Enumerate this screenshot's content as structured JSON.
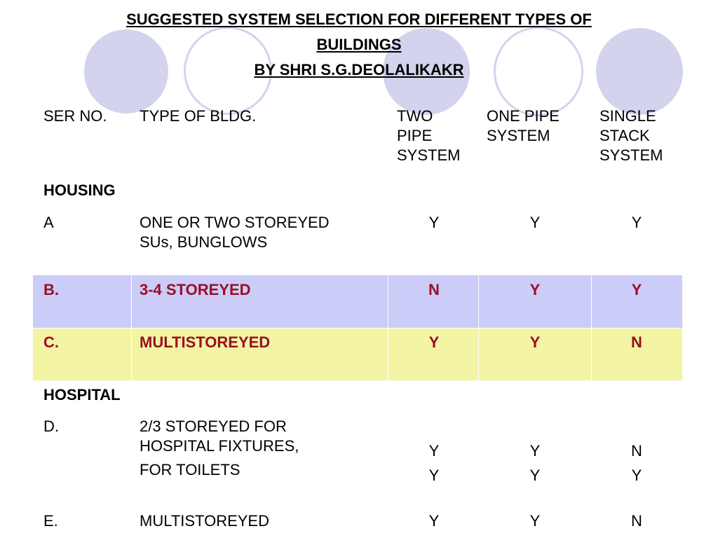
{
  "title": {
    "line1": "SUGGESTED SYSTEM SELECTION FOR DIFFERENT TYPES OF",
    "line2": "BUILDINGS",
    "line3": "BY SHRI S.G.DEOLALIKAKR"
  },
  "headers": {
    "ser_no": "SER NO.",
    "type": "TYPE OF BLDG.",
    "two_pipe": [
      "TWO",
      "PIPE",
      "SYSTEM"
    ],
    "one_pipe": [
      "ONE PIPE",
      "SYSTEM"
    ],
    "single_stack": [
      "SINGLE",
      "STACK",
      "SYSTEM"
    ]
  },
  "sections": {
    "housing": "HOUSING",
    "hospital": "HOSPITAL"
  },
  "rows": {
    "a": {
      "ser": "A",
      "type": [
        "ONE OR TWO STOREYED",
        "SUs, BUNGLOWS"
      ],
      "two": "Y",
      "one": "Y",
      "single": "Y"
    },
    "b": {
      "ser": "B.",
      "type": "3-4 STOREYED",
      "two": "N",
      "one": "Y",
      "single": "Y"
    },
    "c": {
      "ser": "C.",
      "type": "MULTISTOREYED",
      "two": "Y",
      "one": "Y",
      "single": "N"
    },
    "d": {
      "ser": "D.",
      "type": [
        "2/3 STOREYED FOR",
        "HOSPITAL FIXTURES,",
        "FOR TOILETS"
      ],
      "fixtures": {
        "two": "Y",
        "one": "Y",
        "single": "N"
      },
      "toilets": {
        "two": "Y",
        "one": "Y",
        "single": "Y"
      }
    },
    "e": {
      "ser": "E.",
      "type": "MULTISTOREYED",
      "two": "Y",
      "one": "Y",
      "single": "N"
    }
  },
  "colors": {
    "circle": "#d3d3ee",
    "highlight_blue": "#ccccf9",
    "highlight_yellow": "#f3f4a4",
    "highlight_text": "#9b0f24"
  }
}
